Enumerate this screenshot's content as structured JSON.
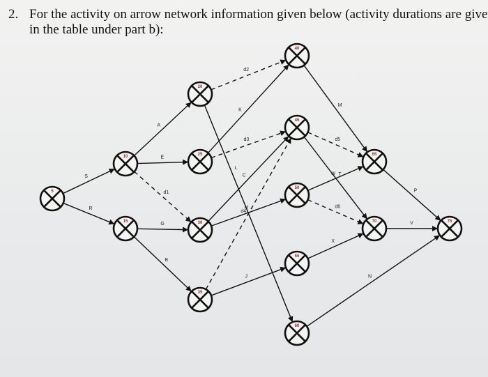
{
  "question": {
    "number": "2.",
    "line1": "For the activity on arrow network information given below (activity durations are given",
    "line2": "in the table under part b):"
  },
  "diagram": {
    "nodes": [
      {
        "id": "5",
        "label": "5"
      },
      {
        "id": "10",
        "label": "10"
      },
      {
        "id": "15",
        "label": "15"
      },
      {
        "id": "20",
        "label": "20"
      },
      {
        "id": "25",
        "label": "25"
      },
      {
        "id": "30",
        "label": "30"
      },
      {
        "id": "35",
        "label": "35"
      },
      {
        "id": "40",
        "label": "40"
      },
      {
        "id": "45",
        "label": "45"
      },
      {
        "id": "50",
        "label": "50"
      },
      {
        "id": "55",
        "label": "55"
      },
      {
        "id": "60",
        "label": "60"
      },
      {
        "id": "65",
        "label": "65"
      },
      {
        "id": "70",
        "label": "70"
      },
      {
        "id": "75",
        "label": "75"
      }
    ],
    "activities": [
      {
        "label": "S",
        "from": "5",
        "to": "10",
        "dummy": false
      },
      {
        "label": "R",
        "from": "5",
        "to": "15",
        "dummy": false
      },
      {
        "label": "A",
        "from": "10",
        "to": "20",
        "dummy": false
      },
      {
        "label": "E",
        "from": "10",
        "to": "25",
        "dummy": false
      },
      {
        "label": "d1",
        "from": "10",
        "to": "30",
        "dummy": true
      },
      {
        "label": "G",
        "from": "15",
        "to": "30",
        "dummy": false
      },
      {
        "label": "B",
        "from": "15",
        "to": "35",
        "dummy": false
      },
      {
        "label": "d2",
        "from": "20",
        "to": "40",
        "dummy": true
      },
      {
        "label": "K",
        "from": "25",
        "to": "40",
        "dummy": false
      },
      {
        "label": "L",
        "from": "20",
        "to": "60",
        "dummy": false
      },
      {
        "label": "d3",
        "from": "25",
        "to": "45",
        "dummy": true
      },
      {
        "label": "C",
        "from": "30",
        "to": "45",
        "dummy": false
      },
      {
        "label": "H",
        "from": "30",
        "to": "50",
        "dummy": false
      },
      {
        "label": "d4",
        "from": "35",
        "to": "45",
        "dummy": true
      },
      {
        "label": "J",
        "from": "35",
        "to": "55",
        "dummy": false
      },
      {
        "label": "M",
        "from": "40",
        "to": "65",
        "dummy": false
      },
      {
        "label": "d5",
        "from": "45",
        "to": "65",
        "dummy": true
      },
      {
        "label": "T",
        "from": "45",
        "to": "70",
        "dummy": false
      },
      {
        "label": "W",
        "from": "50",
        "to": "65",
        "dummy": false
      },
      {
        "label": "d6",
        "from": "50",
        "to": "70",
        "dummy": true
      },
      {
        "label": "X",
        "from": "55",
        "to": "70",
        "dummy": false
      },
      {
        "label": "N",
        "from": "60",
        "to": "75",
        "dummy": false
      },
      {
        "label": "P",
        "from": "65",
        "to": "75",
        "dummy": false
      },
      {
        "label": "V",
        "from": "70",
        "to": "75",
        "dummy": false
      }
    ]
  }
}
